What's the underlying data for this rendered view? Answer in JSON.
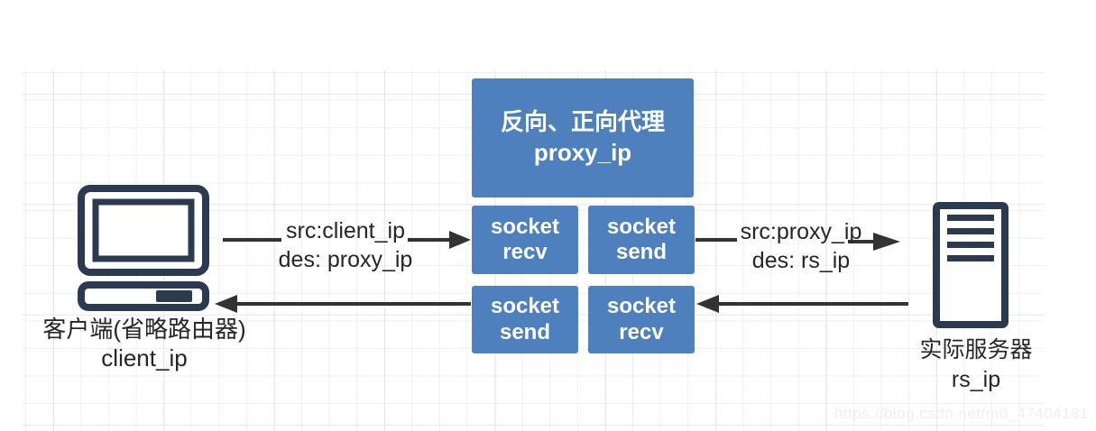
{
  "proxy_box": {
    "line1": "反向、正向代理",
    "line2": "proxy_ip"
  },
  "sockets": {
    "top_left": {
      "line1": "socket",
      "line2": "recv"
    },
    "top_right": {
      "line1": "socket",
      "line2": "send"
    },
    "bottom_left": {
      "line1": "socket",
      "line2": "send"
    },
    "bottom_right": {
      "line1": "socket",
      "line2": "recv"
    }
  },
  "client": {
    "line1": "客户端(省略路由器)",
    "line2": "client_ip"
  },
  "server": {
    "line1": "实际服务器",
    "line2": "rs_ip"
  },
  "flows": {
    "client_to_proxy": {
      "line1": "src:client_ip",
      "line2": "des: proxy_ip"
    },
    "proxy_to_server": {
      "line1": "src:proxy_ip",
      "line2": "des: rs_ip"
    }
  },
  "watermark": "https://blog.csdn.net/m0_47404181",
  "colors": {
    "box_blue": "#4e80bd",
    "icon_dark": "#2b3a50",
    "arrow_color": "#333333",
    "grid_line": "#f0f0f0",
    "grid_major": "#e7e7e7",
    "watermark_color": "#efefef"
  }
}
